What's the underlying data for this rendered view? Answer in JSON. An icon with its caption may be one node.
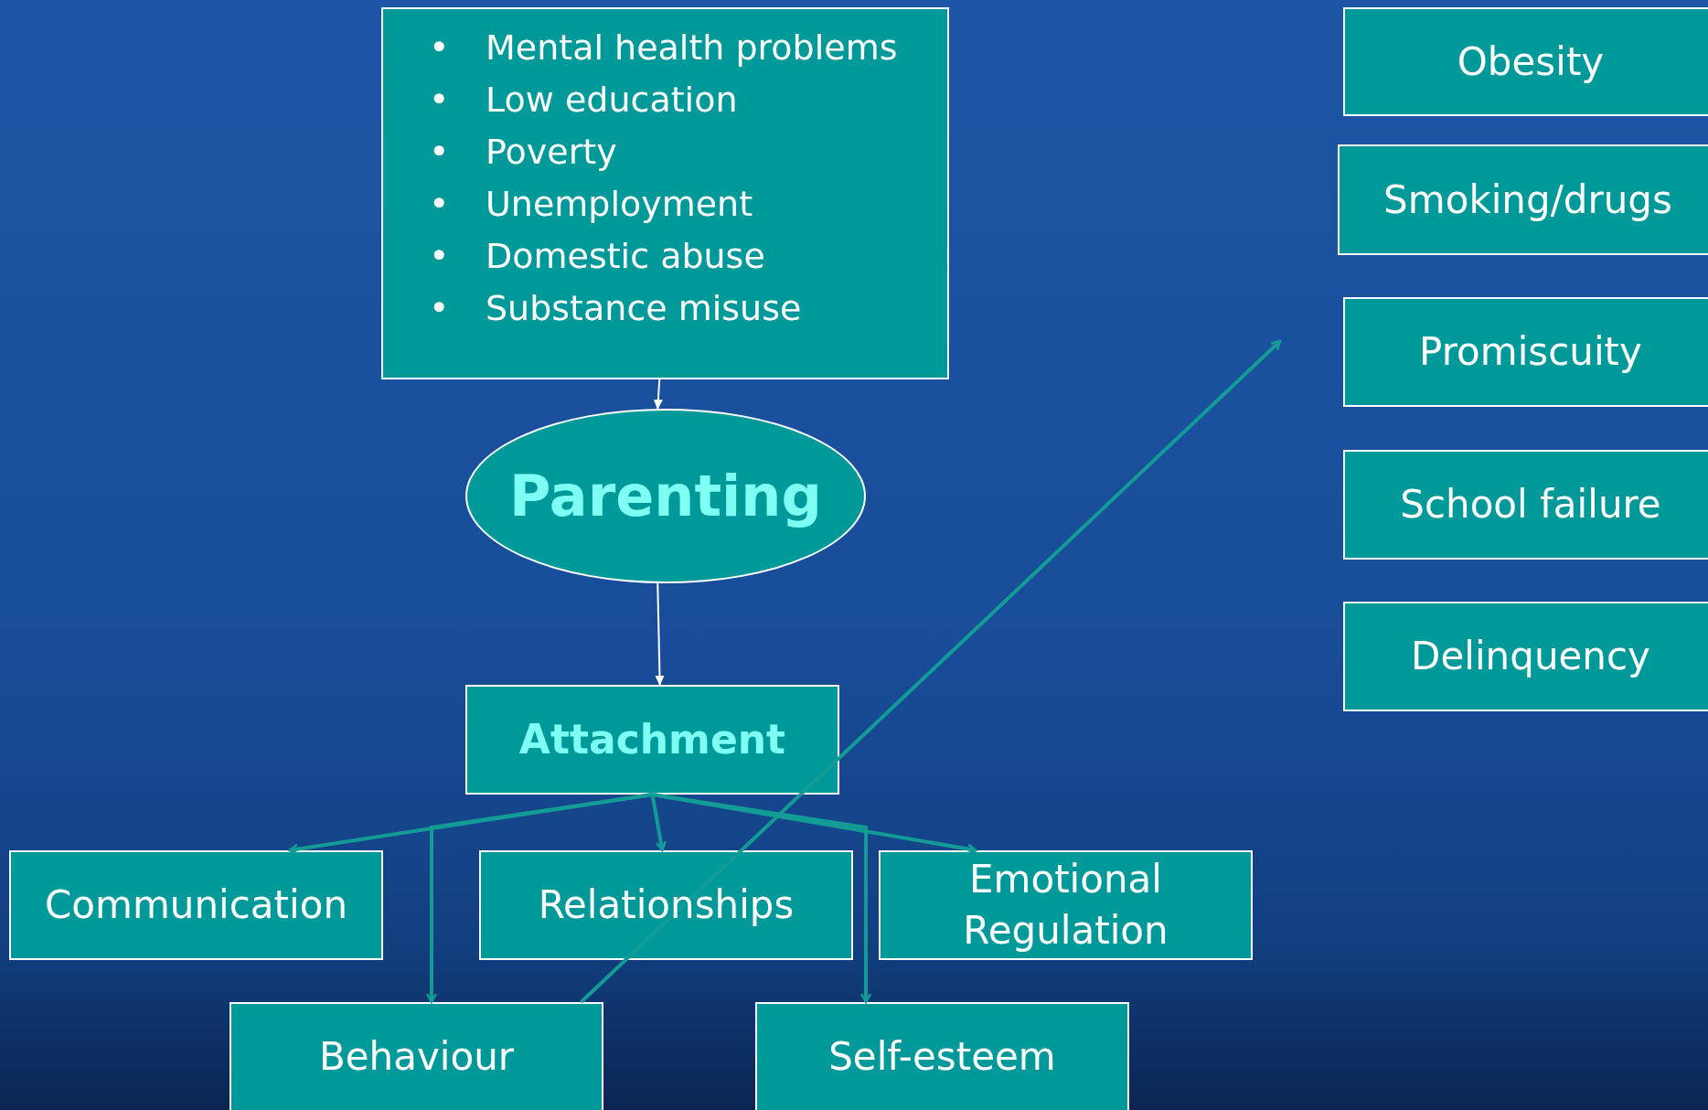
{
  "diagram": {
    "nodes": [
      {
        "text": [
          "Mental health problems",
          "Low education",
          "Poverty",
          "Unemployment",
          "Domestic abuse",
          "Substance misuse"
        ]
      },
      {
        "text": [
          "Parenting"
        ]
      },
      {
        "text": [
          "Attachment"
        ]
      },
      {
        "text": [
          "Communication"
        ]
      },
      {
        "text": [
          "Relationships"
        ]
      },
      {
        "text": [
          "Emotional Regulation"
        ]
      },
      {
        "text": [
          "Behaviour"
        ]
      },
      {
        "text": [
          "Self-esteem"
        ]
      },
      {
        "text": [
          "Obesity"
        ]
      },
      {
        "text": [
          "Smoking/drugs"
        ]
      },
      {
        "text": [
          "Promiscuity"
        ]
      },
      {
        "text": [
          "School failure"
        ]
      },
      {
        "text": [
          "Delinquency"
        ]
      }
    ],
    "edges": [
      {
        "from": 0,
        "to": 1,
        "arrow": "to",
        "color": "#ffffff"
      },
      {
        "from": 1,
        "to": 2,
        "arrow": "to",
        "color": "#ffffff"
      },
      {
        "from": 2,
        "to": 3,
        "arrow": "to"
      },
      {
        "from": 2,
        "to": 4,
        "arrow": "to"
      },
      {
        "from": 2,
        "to": 5,
        "arrow": "to"
      },
      {
        "from": 2,
        "to": 6,
        "arrow": "to"
      },
      {
        "from": 2,
        "to": 7,
        "arrow": "to"
      },
      {
        "from": 6,
        "to": null,
        "arrow": "to"
      }
    ],
    "labels": [
      "•",
      "•",
      "•",
      "•",
      "•",
      "•"
    ]
  }
}
